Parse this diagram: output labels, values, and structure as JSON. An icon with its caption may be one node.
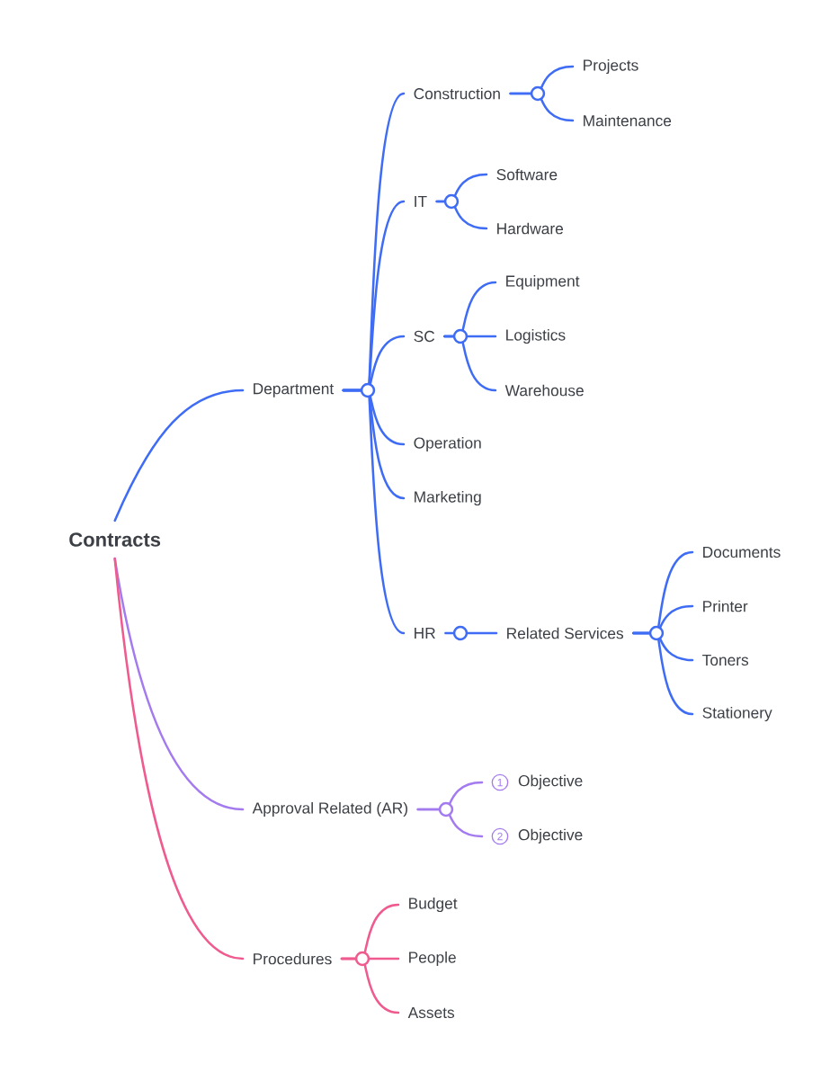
{
  "diagram": {
    "nodes": [
      {
        "text": [
          "Contracts"
        ]
      },
      {
        "text": [
          "Department"
        ]
      },
      {
        "text": [
          "Construction"
        ]
      },
      {
        "text": [
          "Projects"
        ]
      },
      {
        "text": [
          "Maintenance"
        ]
      },
      {
        "text": [
          "IT"
        ]
      },
      {
        "text": [
          "Software"
        ]
      },
      {
        "text": [
          "Hardware"
        ]
      },
      {
        "text": [
          "SC"
        ]
      },
      {
        "text": [
          "Equipment"
        ]
      },
      {
        "text": [
          "Logistics"
        ]
      },
      {
        "text": [
          "Warehouse"
        ]
      },
      {
        "text": [
          "Operation"
        ]
      },
      {
        "text": [
          "Marketing"
        ]
      },
      {
        "text": [
          "HR"
        ]
      },
      {
        "text": [
          "Related Services"
        ]
      },
      {
        "text": [
          "Documents"
        ]
      },
      {
        "text": [
          "Printer"
        ]
      },
      {
        "text": [
          "Toners"
        ]
      },
      {
        "text": [
          "Stationery"
        ]
      },
      {
        "text": [
          "Approval Related (AR)"
        ]
      },
      {
        "text": [
          "1",
          "Objective"
        ]
      },
      {
        "text": [
          "2",
          "Objective"
        ]
      },
      {
        "text": [
          "Procedures"
        ]
      },
      {
        "text": [
          "Budget"
        ]
      },
      {
        "text": [
          "People"
        ]
      },
      {
        "text": [
          "Assets"
        ]
      }
    ],
    "edges": [
      {
        "from": 0,
        "to": 1,
        "arrow": "none"
      },
      {
        "from": 1,
        "to": 2,
        "arrow": "none"
      },
      {
        "from": 2,
        "to": 3,
        "arrow": "none"
      },
      {
        "from": 2,
        "to": 4,
        "arrow": "none"
      },
      {
        "from": 1,
        "to": 5,
        "arrow": "none"
      },
      {
        "from": 5,
        "to": 6,
        "arrow": "none"
      },
      {
        "from": 5,
        "to": 7,
        "arrow": "none"
      },
      {
        "from": 1,
        "to": 8,
        "arrow": "none"
      },
      {
        "from": 8,
        "to": 9,
        "arrow": "none"
      },
      {
        "from": 8,
        "to": 10,
        "arrow": "none"
      },
      {
        "from": 8,
        "to": 11,
        "arrow": "none"
      },
      {
        "from": 1,
        "to": 12,
        "arrow": "none"
      },
      {
        "from": 1,
        "to": 13,
        "arrow": "none"
      },
      {
        "from": 1,
        "to": 14,
        "arrow": "none"
      },
      {
        "from": 14,
        "to": 15,
        "arrow": "none"
      },
      {
        "from": 15,
        "to": 16,
        "arrow": "none"
      },
      {
        "from": 15,
        "to": 17,
        "arrow": "none"
      },
      {
        "from": 15,
        "to": 18,
        "arrow": "none"
      },
      {
        "from": 15,
        "to": 19,
        "arrow": "none"
      },
      {
        "from": 0,
        "to": 20,
        "arrow": "none",
        "color": "#a37bef"
      },
      {
        "from": 20,
        "to": 21,
        "arrow": "none",
        "color": "#a37bef"
      },
      {
        "from": 20,
        "to": 22,
        "arrow": "none",
        "color": "#a37bef"
      },
      {
        "from": 0,
        "to": 23,
        "arrow": "none",
        "color": "#ef5a8f"
      },
      {
        "from": 23,
        "to": 24,
        "arrow": "none",
        "color": "#ef5a8f"
      },
      {
        "from": 23,
        "to": 25,
        "arrow": "none",
        "color": "#ef5a8f"
      },
      {
        "from": 23,
        "to": 26,
        "arrow": "none",
        "color": "#ef5a8f"
      }
    ]
  }
}
